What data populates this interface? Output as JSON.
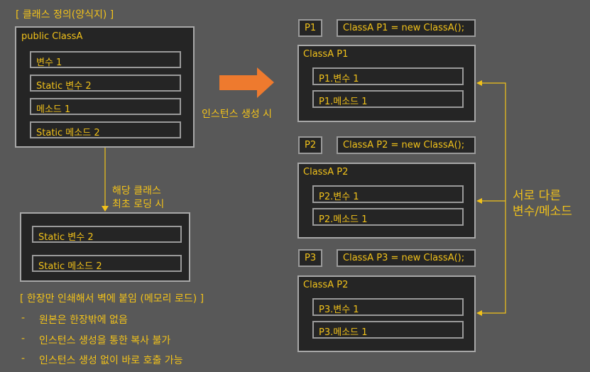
{
  "heading_class_def": "[ 클래스 정의(양식지) ]",
  "classA": {
    "title": "public ClassA",
    "members": [
      "변수 1",
      "Static 변수 2",
      "메소드 1",
      "Static 메소드 2"
    ]
  },
  "static_box": {
    "caption_line1": "해당 클래스",
    "caption_line2": "최초 로딩 시",
    "members": [
      "Static 변수 2",
      "Static 메소드 2"
    ]
  },
  "arrow_caption": "인스턴스 생성 시",
  "static_notes": {
    "heading": "[ 한장만 인쇄해서 벽에 붙임 (메모리 로드) ]",
    "bullets": [
      "원본은 한장밖에 없음",
      "인스턴스 생성을 통한 복사 불가",
      "인스턴스 생성 없이 바로 호출 가능"
    ],
    "dash": "-"
  },
  "instances": [
    {
      "name": "P1",
      "code": "ClassA P1 = new ClassA();",
      "title": "ClassA P1",
      "members": [
        "P1.변수 1",
        "P1.메소드 1"
      ]
    },
    {
      "name": "P2",
      "code": "ClassA P2 = new ClassA();",
      "title": "ClassA P2",
      "members": [
        "P2.변수 1",
        "P2.메소드 1"
      ]
    },
    {
      "name": "P3",
      "code": "ClassA P3 = new ClassA();",
      "title": "ClassA P2",
      "members": [
        "P3.변수 1",
        "P3.메소드 1"
      ]
    }
  ],
  "right_caption": {
    "line1": "서로 다른",
    "line2": "변수/메소드"
  },
  "colors": {
    "background": "#585858",
    "box": "#252525",
    "text": "#f2c21a",
    "arrow": "#ee7a2e",
    "border": "#a8a8a8"
  }
}
